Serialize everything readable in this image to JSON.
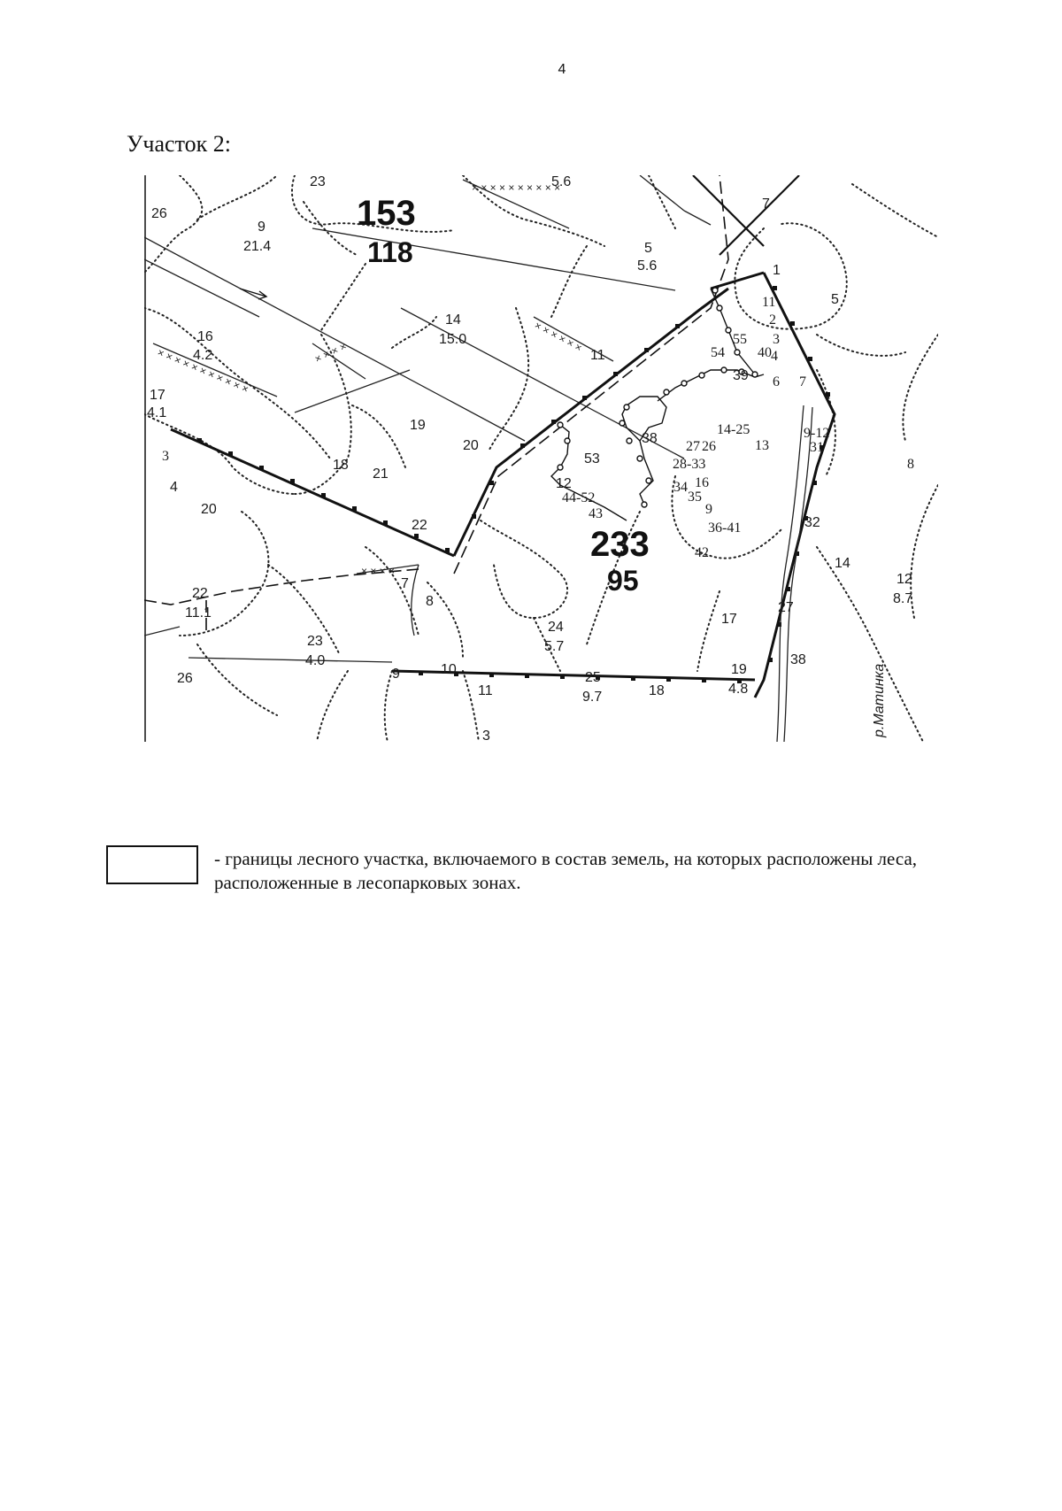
{
  "page_number": "4",
  "section_title": "Участок 2:",
  "map": {
    "quarters": [
      {
        "number": "153",
        "subnumber": "118"
      },
      {
        "number": "233",
        "subnumber": "95"
      }
    ],
    "river_label": "р.Матинка",
    "compartment_labels": [
      "23",
      "5.6",
      "7",
      "26",
      "9",
      "21.4",
      "5",
      "5.6",
      "1",
      "5",
      "11",
      "2",
      "16",
      "4.2",
      "14",
      "15.0",
      "55",
      "3",
      "54",
      "40",
      "4",
      "11",
      "39",
      "6",
      "7",
      "17",
      "4.1",
      "19",
      "14-25",
      "38",
      "27",
      "26",
      "13",
      "9-12",
      "31",
      "20",
      "3",
      "53",
      "28-33",
      "8",
      "18",
      "21",
      "12",
      "44-52",
      "16",
      "4",
      "34",
      "35",
      "43",
      "9",
      "32",
      "20",
      "22",
      "36-41",
      "42",
      "14",
      "12",
      "8.7",
      "22",
      "11.1",
      "7",
      "8",
      "24",
      "5.7",
      "27",
      "17",
      "23",
      "4.0",
      "38",
      "9",
      "10",
      "25",
      "9.7",
      "19",
      "4.8",
      "26",
      "11",
      "18",
      "3"
    ]
  },
  "legend": {
    "text": "- границы лесного участка, включаемого в состав земель, на которых расположены леса, расположенные в лесопарковых зонах."
  }
}
